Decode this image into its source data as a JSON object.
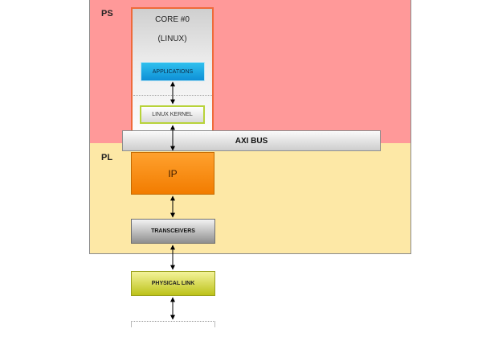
{
  "regions": {
    "ps_label": "PS",
    "pl_label": "PL"
  },
  "core": {
    "title": "CORE #0",
    "subtitle": "(LINUX)"
  },
  "blocks": {
    "applications": "APPLICATIONS",
    "linux_kernel": "LINUX KERNEL",
    "axi_bus": "AXI BUS",
    "ip": "IP",
    "transceivers": "TRANSCEIVERS",
    "physical_link": "PHYSICAL LINK"
  },
  "colors": {
    "ps_region": "#ff9999",
    "pl_region": "#fde8a6",
    "core_border": "#ef6a3a",
    "applications": "#1aa8e4",
    "kernel_border": "#b8d33a",
    "ip": "#f7891a",
    "physical_link": "#d9dc4a"
  }
}
